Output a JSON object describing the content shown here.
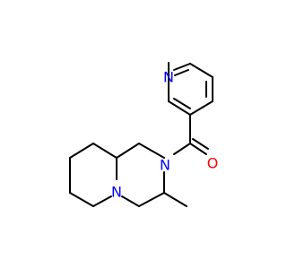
{
  "molecule": {
    "atoms": {
      "N_pyridine": {
        "label": "N",
        "color": "#0000ff"
      },
      "N_amide": {
        "label": "N",
        "color": "#0000ff"
      },
      "N_bridge": {
        "label": "N",
        "color": "#0000ff"
      },
      "O_carbonyl": {
        "label": "O",
        "color": "#ff0000"
      }
    },
    "bond_color": "#000000",
    "background": "#ffffff"
  }
}
